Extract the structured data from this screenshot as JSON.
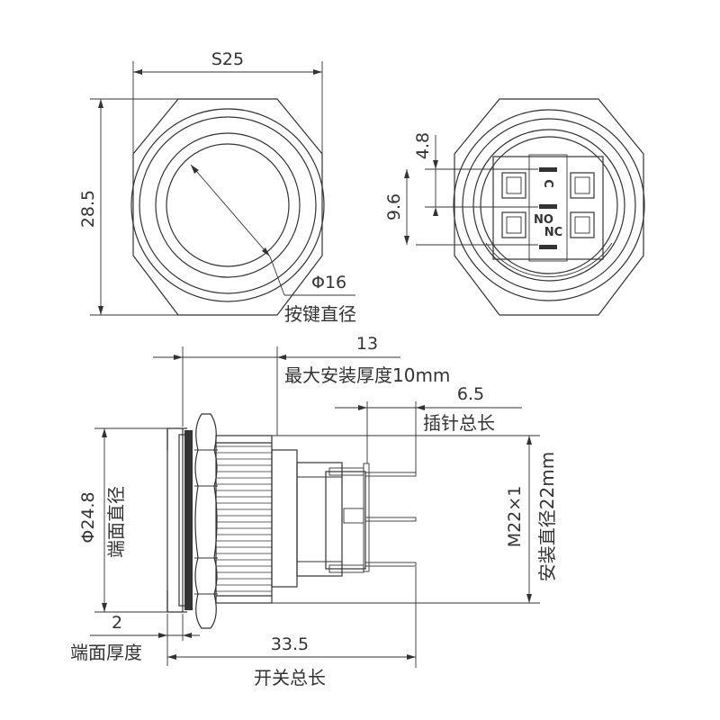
{
  "front_view": {
    "width_dim": "S25",
    "height_dim": "28.5",
    "button_dia": "Φ16",
    "button_dia_label": "按键直径"
  },
  "rear_view": {
    "dim_top": "4.8",
    "dim_pitch": "9.6",
    "term_no": "NO",
    "term_nc": "NC",
    "term_c": "C"
  },
  "side_view": {
    "overall_13": "13",
    "max_thickness_label": "最大安装厚度10mm",
    "pin_len": "6.5",
    "pin_len_label": "插针总长",
    "face_dia": "Φ24.8",
    "face_dia_label": "端面直径",
    "thread": "M22×1",
    "mount_dia_label": "安装直径22mm",
    "face_thick": "2",
    "face_thick_label": "端面厚度",
    "total_len": "33.5",
    "total_len_label": "开关总长"
  },
  "colors": {
    "line": "#333333",
    "background": "#ffffff"
  }
}
